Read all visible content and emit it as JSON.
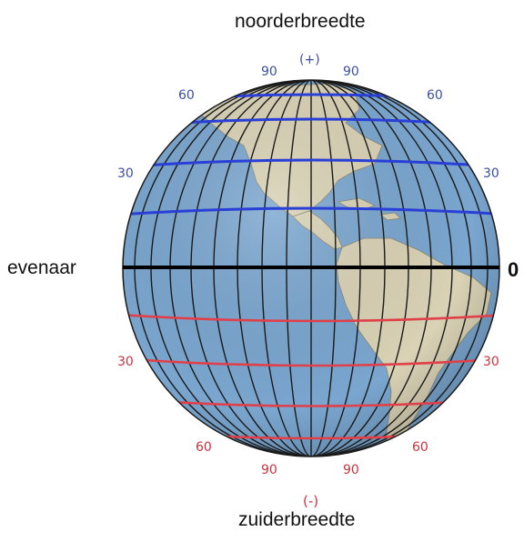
{
  "labels": {
    "north": "noorderbreedte",
    "south": "zuiderbreedte",
    "equator": "evenaar",
    "zero": "0",
    "plus": "(+)",
    "minus": "(-)"
  },
  "latitude_ticks": {
    "north": {
      "v90": "90",
      "v60": "60",
      "v30": "30"
    },
    "south": {
      "v30": "30",
      "v60": "60",
      "v90": "90"
    }
  },
  "colors": {
    "ocean": "#7aa6cf",
    "land": "#d9d2b5",
    "meridian": "#1a1a1a",
    "north_parallel": "#2a3fd6",
    "south_parallel": "#e0404a",
    "equator": "#000000",
    "north_label": "#3b4fa0",
    "south_label": "#cc3340"
  }
}
